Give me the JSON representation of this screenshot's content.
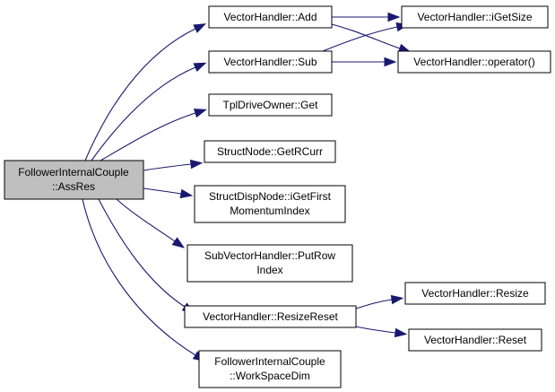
{
  "nodes": {
    "root": [
      "FollowerInternalCouple",
      "::AssRes"
    ],
    "add": [
      "VectorHandler::Add"
    ],
    "sub": [
      "VectorHandler::Sub"
    ],
    "tplget": [
      "TplDriveOwner::Get"
    ],
    "getrcurr": [
      "StructNode::GetRCurr"
    ],
    "igetfirst": [
      "StructDispNode::iGetFirst",
      "MomentumIndex"
    ],
    "putrow": [
      "SubVectorHandler::PutRow",
      "Index"
    ],
    "resizereset": [
      "VectorHandler::ResizeReset"
    ],
    "workspace": [
      "FollowerInternalCouple",
      "::WorkSpaceDim"
    ],
    "igetsize": [
      "VectorHandler::iGetSize"
    ],
    "operator": [
      "VectorHandler::operator()"
    ],
    "resize": [
      "VectorHandler::Resize"
    ],
    "reset": [
      "VectorHandler::Reset"
    ]
  },
  "edges": [
    [
      "root",
      "add"
    ],
    [
      "root",
      "sub"
    ],
    [
      "root",
      "tplget"
    ],
    [
      "root",
      "getrcurr"
    ],
    [
      "root",
      "igetfirst"
    ],
    [
      "root",
      "putrow"
    ],
    [
      "root",
      "resizereset"
    ],
    [
      "root",
      "workspace"
    ],
    [
      "add",
      "igetsize"
    ],
    [
      "add",
      "operator"
    ],
    [
      "sub",
      "igetsize"
    ],
    [
      "sub",
      "operator"
    ],
    [
      "resizereset",
      "resize"
    ],
    [
      "resizereset",
      "reset"
    ]
  ]
}
